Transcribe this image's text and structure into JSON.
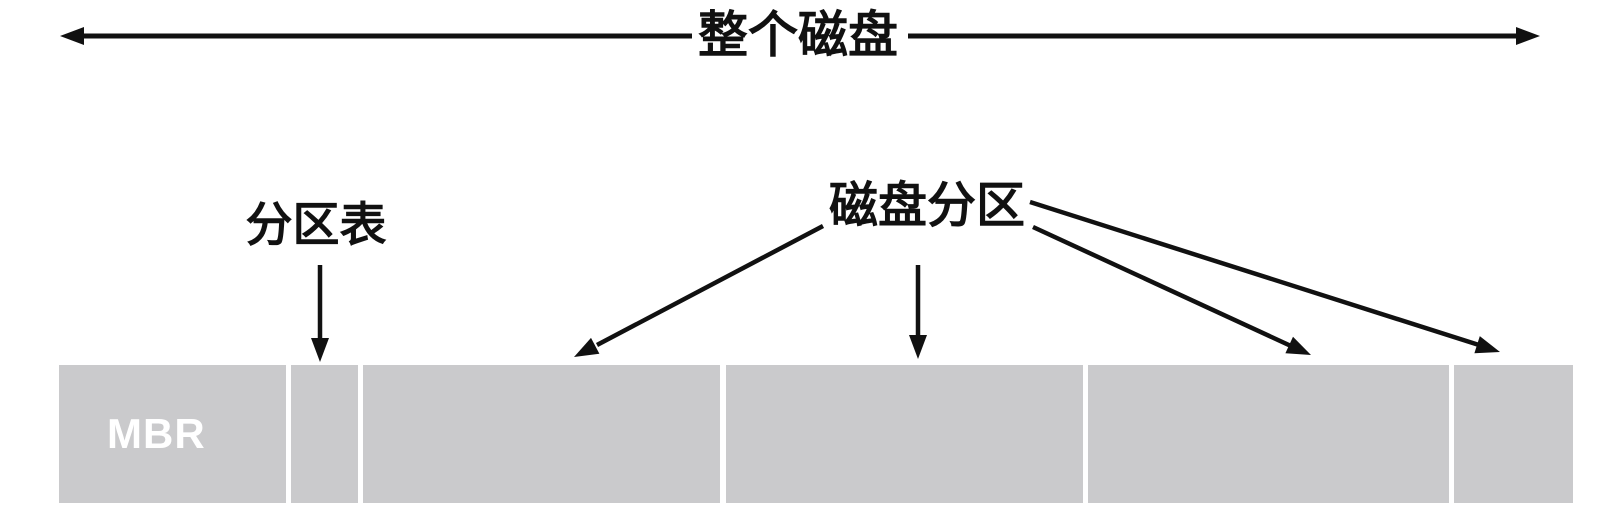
{
  "diagram": {
    "whole_disk_label": "整个磁盘",
    "partition_table_label": "分区表",
    "disk_partition_label": "磁盘分区",
    "disk_bar": {
      "segments": [
        {
          "name": "mbr",
          "label": "MBR"
        },
        {
          "name": "partition-table",
          "label": ""
        },
        {
          "name": "partition-1",
          "label": ""
        },
        {
          "name": "partition-2",
          "label": ""
        },
        {
          "name": "partition-3",
          "label": ""
        },
        {
          "name": "partition-4",
          "label": ""
        }
      ]
    },
    "colors": {
      "segment_fill": "#cacacc",
      "arrow": "#111111",
      "label_text": "#111111",
      "mbr_text": "#ffffff"
    }
  }
}
